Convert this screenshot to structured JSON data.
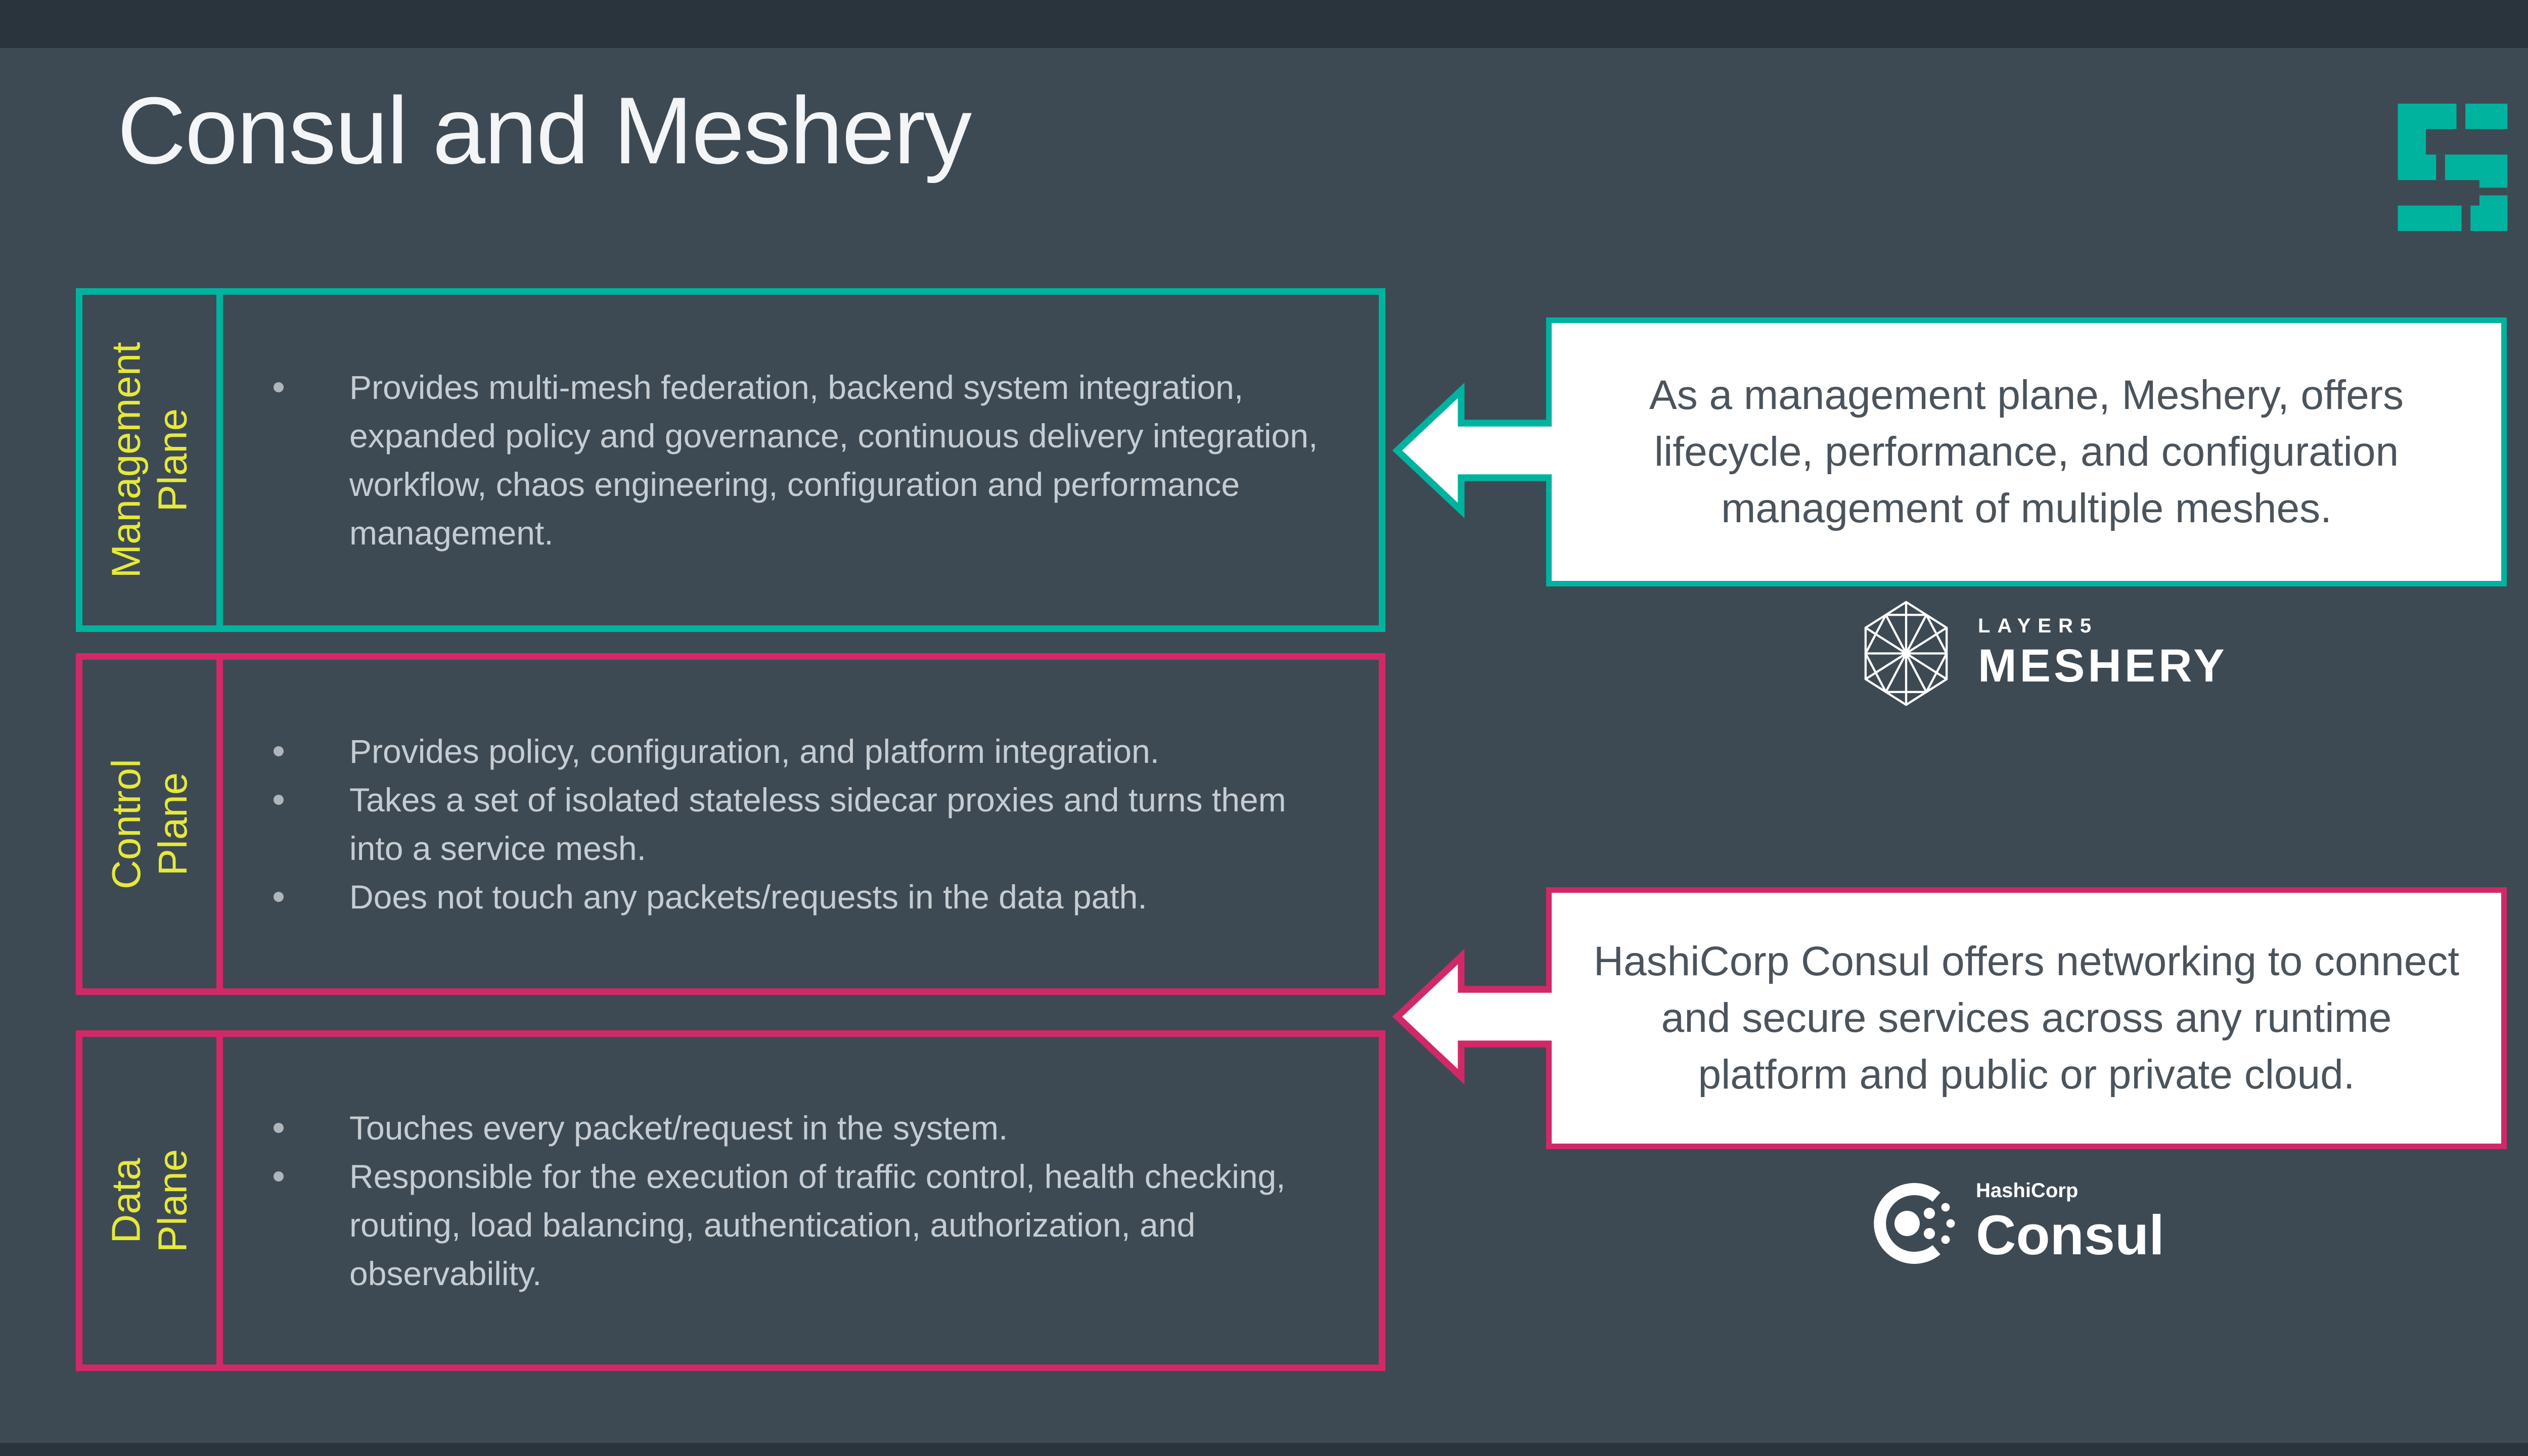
{
  "slide": {
    "title": "Consul and Meshery"
  },
  "colors": {
    "background": "#3e4a53",
    "top_bar": "#2a343c",
    "teal": "#00b39f",
    "pink": "#d12968",
    "yellow_label": "#e5e93a",
    "body_text": "#c5ccd2",
    "callout_text": "#4b545c"
  },
  "planes": [
    {
      "label": "Management\nPlane",
      "accent": "#00b39f",
      "bullets": [
        "Provides multi-mesh federation, backend system integration, expanded policy and governance, continuous delivery integration, workflow, chaos engineering, configuration and performance management."
      ]
    },
    {
      "label": "Control\nPlane",
      "accent": "#d12968",
      "bullets": [
        "Provides policy, configuration, and platform integration.",
        "Takes a set of isolated stateless sidecar proxies and turns them into a service mesh.",
        "Does not touch any packets/requests in the data path."
      ]
    },
    {
      "label": "Data\nPlane",
      "accent": "#d12968",
      "bullets": [
        "Touches every packet/request in the system.",
        "Responsible for the execution of traffic control, health checking, routing, load balancing, authentication, authorization, and observability."
      ]
    }
  ],
  "callouts": [
    {
      "text": "As a management plane, Meshery, offers lifecycle, performance, and configuration management of multiple meshes.",
      "accent": "#00b39f"
    },
    {
      "text": "HashiCorp Consul offers networking to connect and secure services across any runtime platform and public or private cloud.",
      "accent": "#d12968"
    }
  ],
  "logos": {
    "layer5_mark": "layer5-5",
    "meshery": {
      "brand": "LAYER5",
      "name": "MESHERY"
    },
    "consul": {
      "brand": "HashiCorp",
      "name": "Consul"
    }
  }
}
